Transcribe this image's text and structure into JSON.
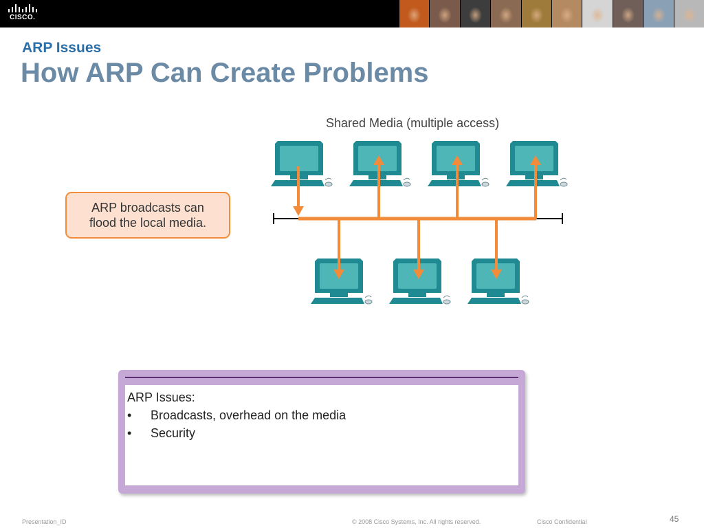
{
  "header": {
    "logo_text": "CISCO.",
    "photos": [
      "#c25a1e",
      "#7a5a4a",
      "#3d3d3d",
      "#8a6a52",
      "#9e7b3a",
      "#b48a62",
      "#d5d5d5",
      "#6f5f58",
      "#8aa0b5",
      "#b8b8b8"
    ]
  },
  "slide": {
    "subtitle": "ARP Issues",
    "title": "How ARP Can Create Problems"
  },
  "callout": {
    "line1": "ARP broadcasts can",
    "line2": "flood the local media."
  },
  "diagram": {
    "label": "Shared Media (multiple access)",
    "accent_color": "#f28c3a",
    "screen_color": "#4fb6b8",
    "body_color": "#1f8a92"
  },
  "issues": {
    "heading": "ARP Issues:",
    "bullet": "•",
    "items": [
      "Broadcasts, overhead on the media",
      "Security"
    ]
  },
  "footer": {
    "presentation_id": "Presentation_ID",
    "copyright": "© 2008 Cisco Systems, Inc. All rights reserved.",
    "confidential": "Cisco Confidential",
    "page": "45"
  }
}
